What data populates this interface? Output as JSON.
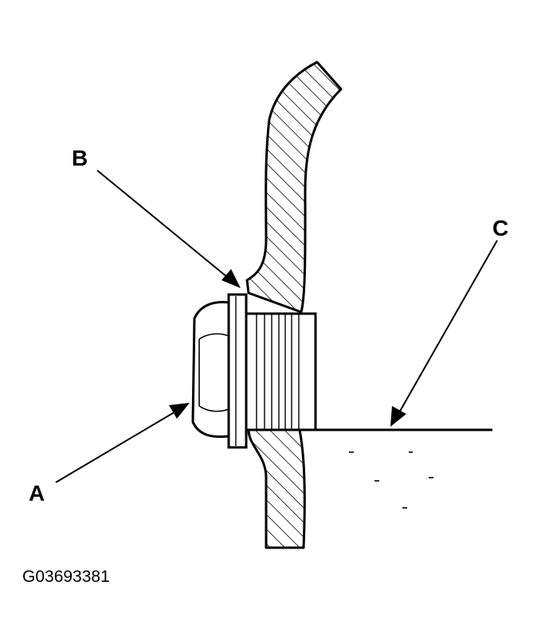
{
  "labels": {
    "a": "A",
    "b": "B",
    "c": "C"
  },
  "figure_code": "G03693381",
  "colors": {
    "ink": "#000000",
    "background": "#ffffff"
  }
}
